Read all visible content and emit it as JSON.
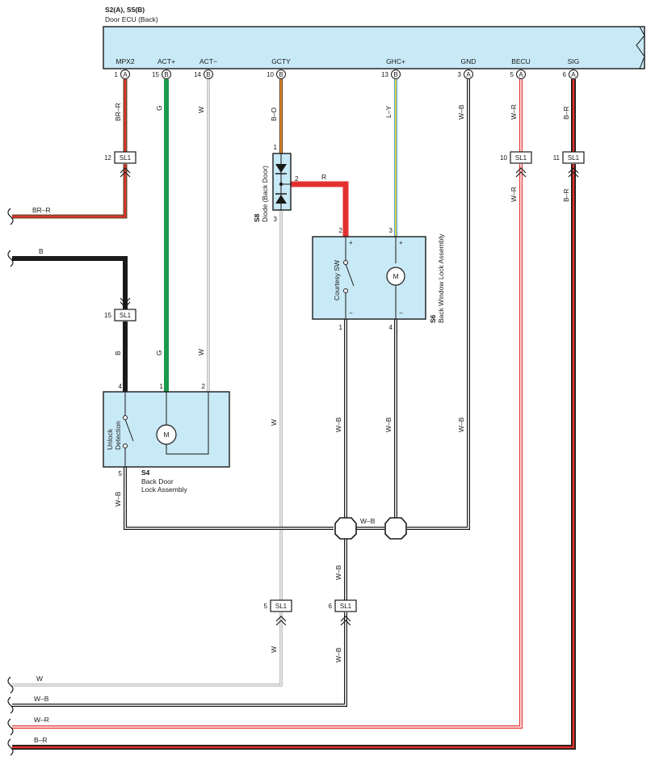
{
  "ecu": {
    "code": "S2(A), S5(B)",
    "name": "Door ECU (Back)",
    "pins": [
      {
        "num": "1",
        "conn": "A",
        "name": "MPX2"
      },
      {
        "num": "15",
        "conn": "B",
        "name": "ACT+"
      },
      {
        "num": "14",
        "conn": "B",
        "name": "ACT−"
      },
      {
        "num": "10",
        "conn": "B",
        "name": "GCTY"
      },
      {
        "num": "13",
        "conn": "B",
        "name": "GHC+"
      },
      {
        "num": "3",
        "conn": "A",
        "name": "GND"
      },
      {
        "num": "5",
        "conn": "A",
        "name": "BECU"
      },
      {
        "num": "6",
        "conn": "A",
        "name": "SIG"
      }
    ]
  },
  "wire_colors": {
    "BR-R": {
      "base": "#7a4a2a",
      "stripe": "#e3302f"
    },
    "G": {
      "base": "#1a9a4a"
    },
    "W": {
      "base": "#d8d8d8"
    },
    "B-O": {
      "base": "#5a3a20",
      "stripe": "#e8912a"
    },
    "L-Y": {
      "base": "#4aa6e0",
      "stripe": "#f2d43a"
    },
    "W-B": {
      "base": "#1a1a1a",
      "stripe": "#ffffff"
    },
    "W-R": {
      "base": "#e3302f",
      "stripe": "#ffffff"
    },
    "B-R": {
      "base": "#1a1a1a",
      "stripe": "#e3302f"
    },
    "B": {
      "base": "#1a1a1a"
    },
    "R": {
      "base": "#e3302f"
    }
  },
  "wire_labels": {
    "mpx2": "BR–R",
    "actp": "G",
    "actm": "W",
    "gcty": "B–O",
    "ghcp": "L–Y",
    "gnd": "W–B",
    "becu": "W–R",
    "sig": "B–R",
    "diode_out": "R",
    "left_brr": "BR–R",
    "left_b": "B",
    "b_lower": "B",
    "g_lower": "G",
    "w_lower": "W",
    "s4_out": "W–B",
    "w_vert": "W",
    "s6_pin1": "W–B",
    "s6_pin4": "W–B",
    "gnd_lower": "W–B",
    "splice_link": "W–B",
    "wb_below": "W–B",
    "becu_lower": "W–R",
    "sig_lower": "B–R",
    "w_sl1_below": "W",
    "wb_sl1_below": "W–B"
  },
  "connectors": {
    "sl1_mpx2": {
      "name": "SL1",
      "pin": "12"
    },
    "sl1_b": {
      "name": "SL1",
      "pin": "15"
    },
    "sl1_becu": {
      "name": "SL1",
      "pin": "10"
    },
    "sl1_sig": {
      "name": "SL1",
      "pin": "11"
    },
    "sl1_w": {
      "name": "SL1",
      "pin": "5"
    },
    "sl1_wb": {
      "name": "SL1",
      "pin": "6"
    }
  },
  "components": {
    "s8": {
      "code": "S8",
      "name": "Diode (Back Door)",
      "pins": [
        "1",
        "2",
        "3"
      ]
    },
    "s6": {
      "code": "S6",
      "name": "Back Window Lock Assembly",
      "switch": "Courtesy SW",
      "motor": "M",
      "pins": [
        "2",
        "3",
        "1",
        "4"
      ],
      "pol": [
        "+",
        "+",
        "−",
        "−"
      ]
    },
    "s4": {
      "code": "S4",
      "name_line1": "Back Door",
      "name_line2": "Lock Assembly",
      "switch_line1": "Unlock",
      "switch_line2": "Detection",
      "motor": "M",
      "pins": [
        "4",
        "1",
        "2",
        "5"
      ]
    }
  },
  "bottom_wires": [
    {
      "label": "W",
      "color": "W"
    },
    {
      "label": "W–B",
      "color": "W-B"
    },
    {
      "label": "W–R",
      "color": "W-R"
    },
    {
      "label": "B–R",
      "color": "B-R"
    }
  ]
}
